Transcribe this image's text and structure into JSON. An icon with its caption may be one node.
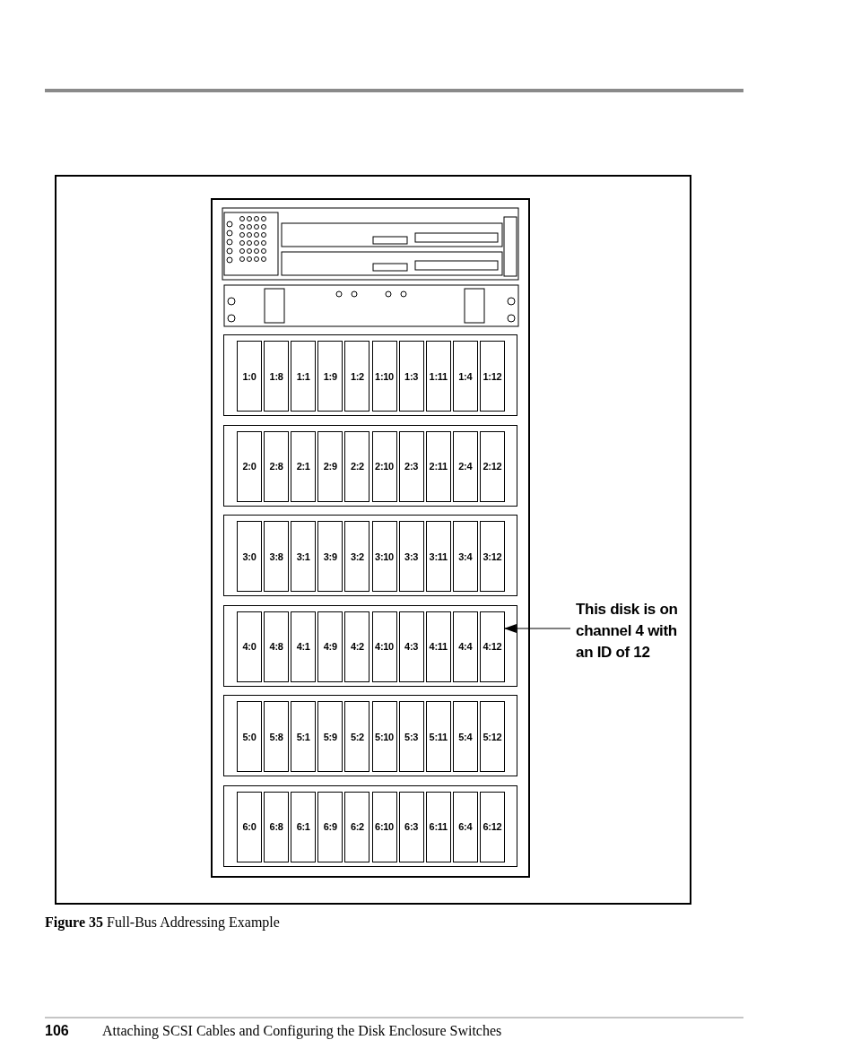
{
  "diagram": {
    "caption": "**Figure 35** Full-Bus Addressing Example",
    "nodes": [
      {
        "text": [
          "1:0"
        ]
      },
      {
        "text": [
          "1:8"
        ]
      },
      {
        "text": [
          "1:1"
        ]
      },
      {
        "text": [
          "1:9"
        ]
      },
      {
        "text": [
          "1:2"
        ]
      },
      {
        "text": [
          "1:10"
        ]
      },
      {
        "text": [
          "1:3"
        ]
      },
      {
        "text": [
          "1:11"
        ]
      },
      {
        "text": [
          "1:4"
        ]
      },
      {
        "text": [
          "1:12"
        ]
      },
      {
        "text": [
          "2:0"
        ]
      },
      {
        "text": [
          "2:8"
        ]
      },
      {
        "text": [
          "2:1"
        ]
      },
      {
        "text": [
          "2:9"
        ]
      },
      {
        "text": [
          "2:2"
        ]
      },
      {
        "text": [
          "2:10"
        ]
      },
      {
        "text": [
          "2:3"
        ]
      },
      {
        "text": [
          "2:11"
        ]
      },
      {
        "text": [
          "2:4"
        ]
      },
      {
        "text": [
          "2:12"
        ]
      },
      {
        "text": [
          "3:0"
        ]
      },
      {
        "text": [
          "3:8"
        ]
      },
      {
        "text": [
          "3:1"
        ]
      },
      {
        "text": [
          "3:9"
        ]
      },
      {
        "text": [
          "3:2"
        ]
      },
      {
        "text": [
          "3:10"
        ]
      },
      {
        "text": [
          "3:3"
        ]
      },
      {
        "text": [
          "3:11"
        ]
      },
      {
        "text": [
          "3:4"
        ]
      },
      {
        "text": [
          "3:12"
        ]
      },
      {
        "text": [
          "4:0"
        ]
      },
      {
        "text": [
          "4:8"
        ]
      },
      {
        "text": [
          "4:1"
        ]
      },
      {
        "text": [
          "4:9"
        ]
      },
      {
        "text": [
          "4:2"
        ]
      },
      {
        "text": [
          "4:10"
        ]
      },
      {
        "text": [
          "4:3"
        ]
      },
      {
        "text": [
          "4:11"
        ]
      },
      {
        "text": [
          "4:4"
        ]
      },
      {
        "text": [
          "4:12"
        ]
      },
      {
        "text": [
          "5:0"
        ]
      },
      {
        "text": [
          "5:8"
        ]
      },
      {
        "text": [
          "5:1"
        ]
      },
      {
        "text": [
          "5:9"
        ]
      },
      {
        "text": [
          "5:2"
        ]
      },
      {
        "text": [
          "5:10"
        ]
      },
      {
        "text": [
          "5:3"
        ]
      },
      {
        "text": [
          "5:11"
        ]
      },
      {
        "text": [
          "5:4"
        ]
      },
      {
        "text": [
          "5:12"
        ]
      },
      {
        "text": [
          "6:0"
        ]
      },
      {
        "text": [
          "6:8"
        ]
      },
      {
        "text": [
          "6:1"
        ]
      },
      {
        "text": [
          "6:9"
        ]
      },
      {
        "text": [
          "6:2"
        ]
      },
      {
        "text": [
          "6:10"
        ]
      },
      {
        "text": [
          "6:3"
        ]
      },
      {
        "text": [
          "6:11"
        ]
      },
      {
        "text": [
          "6:4"
        ]
      },
      {
        "text": [
          "6:12"
        ]
      },
      {
        "text": [
          "This disk is on channel 4 with an ID of 12"
        ]
      }
    ],
    "edges": [
      {
        "from": 60,
        "to": 39,
        "arrow": "to"
      }
    ],
    "labels": [
      "106",
      "Attaching SCSI Cables and Configuring the Disk Enclosure Switches"
    ]
  }
}
